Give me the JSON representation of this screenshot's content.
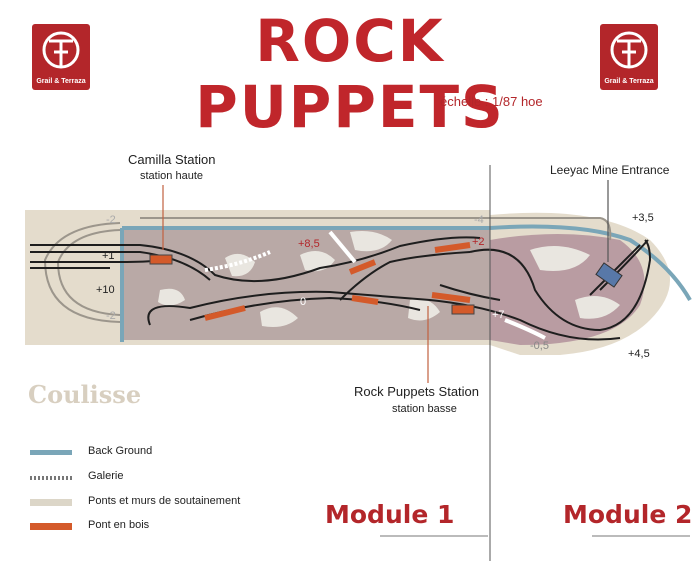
{
  "header": {
    "title": "ROCK PUPPETS",
    "scale": "échelle : 1/87    hoe",
    "logo_left": {
      "text": "Grail & Terraza"
    },
    "logo_right": {
      "text": "Grail & Terraza"
    }
  },
  "stations": {
    "camilla": {
      "name": "Camilla Station",
      "sub": "station haute"
    },
    "leeyac": {
      "name": "Leeyac Mine Entrance"
    },
    "rock": {
      "name": "Rock Puppets Station",
      "sub": "station basse"
    }
  },
  "coulisse": "Coulisse",
  "levels": {
    "l1": "+1",
    "l10": "+10",
    "l85": "+8,5",
    "l0": "0",
    "l2": "+2",
    "l7": "+7",
    "l35": "+3,5",
    "l45": "+4,5",
    "lm05": "-0,5",
    "lm2a": "-2",
    "lm2b": "-2",
    "lm4": "-4"
  },
  "legend": [
    {
      "label": "Back Ground",
      "color": "#7aa6b8"
    },
    {
      "label": "Galerie",
      "color": "#888888"
    },
    {
      "label": "Ponts et murs de soutainement",
      "color": "#dcd6c8"
    },
    {
      "label": "Pont en bois",
      "color": "#d45a2a"
    }
  ],
  "modules": {
    "m1": "Module 1",
    "m2": "Module 2"
  },
  "colors": {
    "accent": "#b3262a",
    "background_line": "#7aa6b8",
    "bridge": "#d45a2a",
    "base": "#e8e0d2"
  }
}
